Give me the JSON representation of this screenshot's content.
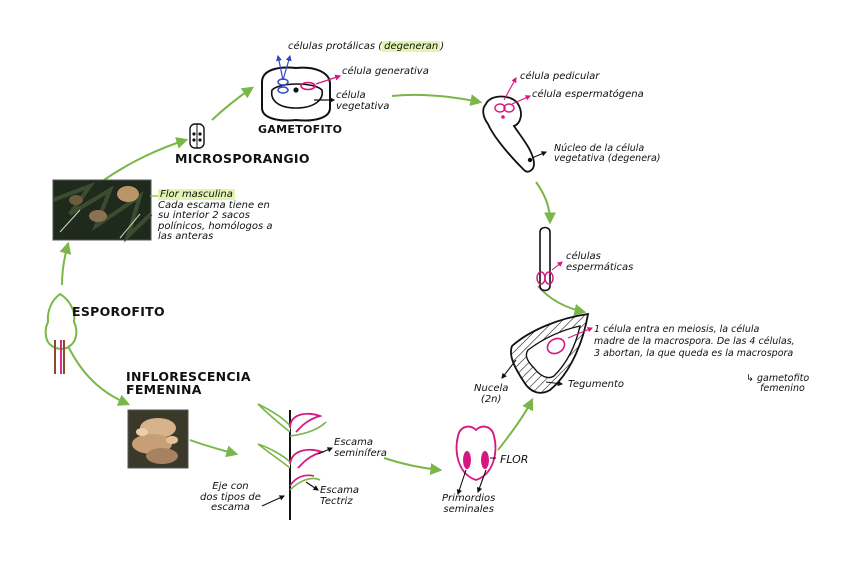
{
  "stages": {
    "esporofito": "ESPOROFITO",
    "microsporangio": "MICROSPORANGIO",
    "gametofito": "GAMETOFITO",
    "inflorescencia": [
      "INFLORESCENCIA",
      "FEMENINA"
    ]
  },
  "labels": {
    "celulas_protalicas": "células protálicas (",
    "celulas_protalicas_hl": "degeneran",
    "celulas_protalicas_end": ")",
    "celula_generativa": "célula generativa",
    "celula_vegetativa": [
      "célula",
      "vegetativa"
    ],
    "celula_pedicular": "célula pedicular",
    "celula_espermatogena": "célula espermatógena",
    "nucleo_vegetativa": [
      "Núcleo de la célula",
      "vegetativa (degenera)"
    ],
    "celulas_espermaticas": [
      "células",
      "espermáticas"
    ],
    "flor_masculina": "Flor masculina",
    "flor_masculina_desc": [
      "Cada escama tiene en",
      "su interior 2 sacos",
      "polínicos, homólogos a",
      "las anteras"
    ],
    "meiosis_desc": [
      "1 célula entra en meiosis, la célula",
      "madre de la macrospora. De las 4 células,",
      "3 abortan, la que queda es la macrospora"
    ],
    "gametofito_femenino": [
      "↳ gametofito",
      "femenino"
    ],
    "nucela": [
      "Nucela",
      "(2n)"
    ],
    "tegumento": "Tegumento",
    "escama_seminifera": [
      "Escama",
      "seminífera"
    ],
    "escama_tectriz": [
      "Escama",
      "Tectriz"
    ],
    "eje": [
      "Eje con",
      "dos tipos de",
      "escama"
    ],
    "flor": "FLOR",
    "primordios": [
      "Primordios",
      "seminales"
    ]
  },
  "colors": {
    "arrow_green": "#7ab648",
    "magenta": "#d6177f",
    "blue": "#3348c2",
    "highlight": "#e3f4b0",
    "ink": "#111111",
    "trunk": "#8b4a2b"
  }
}
